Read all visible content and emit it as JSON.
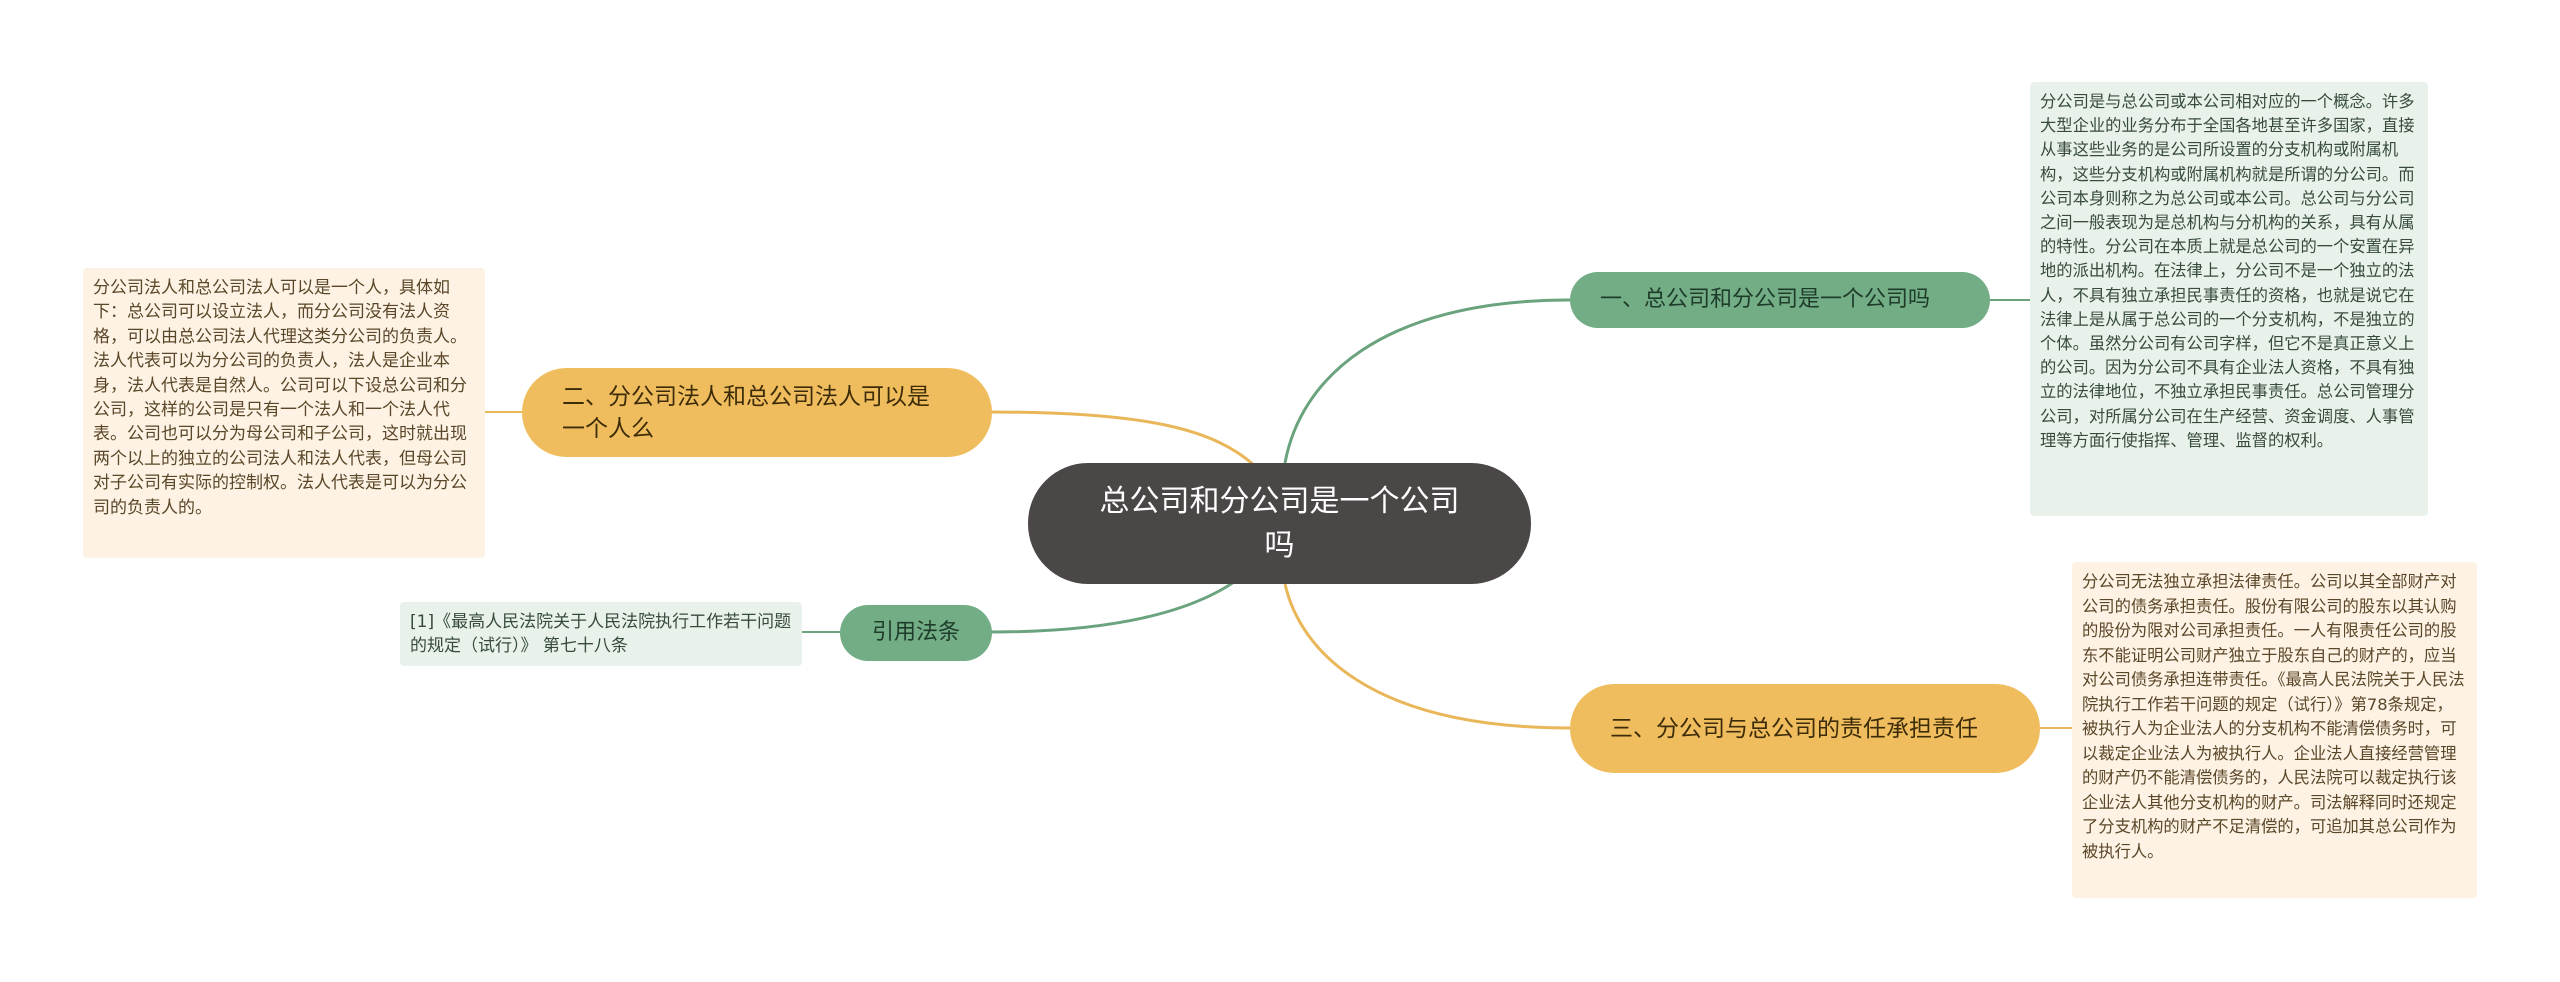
{
  "center": {
    "title": "总公司和分公司是一个公司吗"
  },
  "branches": {
    "b1": {
      "label": "一、总公司和分公司是一个公司吗",
      "detail": "分公司是与总公司或本公司相对应的一个概念。许多大型企业的业务分布于全国各地甚至许多国家，直接从事这些业务的是公司所设置的分支机构或附属机构，这些分支机构或附属机构就是所谓的分公司。而公司本身则称之为总公司或本公司。总公司与分公司之间一般表现为是总机构与分机构的关系，具有从属的特性。分公司在本质上就是总公司的一个安置在异地的派出机构。在法律上，分公司不是一个独立的法人，不具有独立承担民事责任的资格，也就是说它在法律上是从属于总公司的一个分支机构，不是独立的个体。虽然分公司有公司字样，但它不是真正意义上的公司。因为分公司不具有企业法人资格，不具有独立的法律地位，不独立承担民事责任。总公司管理分公司，对所属分公司在生产经营、资金调度、人事管理等方面行使指挥、管理、监督的权利。"
    },
    "b2": {
      "label": "二、分公司法人和总公司法人可以是一个人么",
      "detail": "分公司法人和总公司法人可以是一个人，具体如下：总公司可以设立法人，而分公司没有法人资格，可以由总公司法人代理这类分公司的负责人。法人代表可以为分公司的负责人，法人是企业本身，法人代表是自然人。公司可以下设总公司和分公司，这样的公司是只有一个法人和一个法人代表。公司也可以分为母公司和子公司，这时就出现两个以上的独立的公司法人和法人代表，但母公司对子公司有实际的控制权。法人代表是可以为分公司的负责人的。"
    },
    "b3": {
      "label": "三、分公司与总公司的责任承担责任",
      "detail": "分公司无法独立承担法律责任。公司以其全部财产对公司的债务承担责任。股份有限公司的股东以其认购的股份为限对公司承担责任。一人有限责任公司的股东不能证明公司财产独立于股东自己的财产的，应当对公司债务承担连带责任。《最高人民法院关于人民法院执行工作若干问题的规定（试行）》第78条规定，被执行人为企业法人的分支机构不能清偿债务时，可以裁定企业法人为被执行人。企业法人直接经营管理的财产仍不能清偿债务的，人民法院可以裁定执行该企业法人其他分支机构的财产。司法解释同时还规定了分支机构的财产不足清偿的，可追加其总公司作为被执行人。"
    },
    "b4": {
      "label": "引用法条",
      "detail": "[1]《最高人民法院关于人民法院执行工作若干问题的规定（试行）》 第七十八条"
    }
  },
  "colors": {
    "center_fill": "#4b4747",
    "green_branch": "#72ad86",
    "orange_branch": "#f0bd5e",
    "green_detail_bg": "#e8f2eb",
    "orange_detail_bg": "#fdf2e3",
    "green_edge": "#6aa37d",
    "orange_edge": "#e9b75a"
  }
}
